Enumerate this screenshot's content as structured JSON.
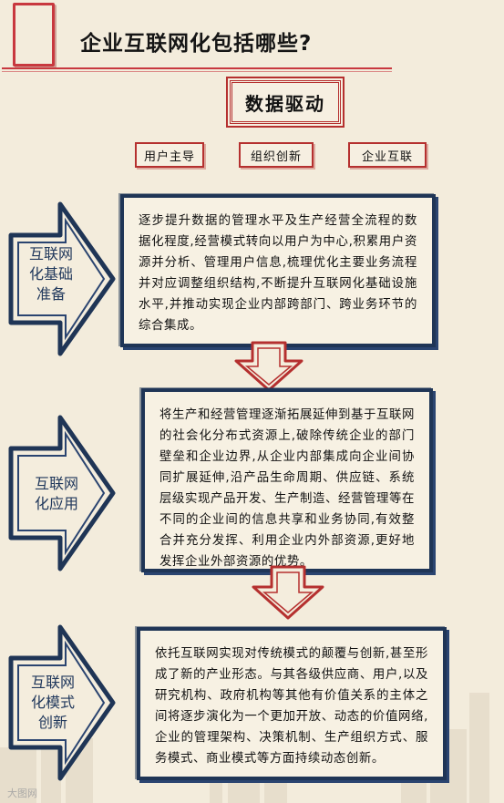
{
  "header": {
    "title": "企业互联网化包括哪些?"
  },
  "driver": {
    "label": "数据驱动"
  },
  "modes": [
    {
      "label": "用户主导"
    },
    {
      "label": "组织创新"
    },
    {
      "label": "企业互联"
    }
  ],
  "stages": [
    {
      "label": "互联网\n化基础\n准备",
      "text": "逐步提升数据的管理水平及生产经营全流程的数据化程度,经营模式转向以用户为中心,积累用户资源并分析、管理用户信息,梳理优化主要业务流程并对应调整组织结构,不断提升互联网化基础设施水平,并推动实现企业内部跨部门、跨业务环节的综合集成。"
    },
    {
      "label": "互联网\n化应用",
      "text": "将生产和经营管理逐渐拓展延伸到基于互联网的社会化分布式资源上,破除传统企业的部门壁垒和企业边界,从企业内部集成向企业间协同扩展延伸,沿产品生命周期、供应链、系统层级实现产品开发、生产制造、经营管理等在不同的企业间的信息共享和业务协同,有效整合并充分发挥、利用企业内外部资源,更好地发挥企业外部资源的优势。"
    },
    {
      "label": "互联网\n化模式\n创新",
      "text": "依托互联网实现对传统模式的颠覆与创新,甚至形成了新的产业形态。与其各级供应商、用户,以及研究机构、政府机构等其他有价值关系的主体之间将逐步演化为一个更加开放、动态的价值网络,企业的管理架构、决策机制、生产组织方式、服务模式、商业模式等方面持续动态创新。"
    }
  ],
  "watermark": "大图网"
}
